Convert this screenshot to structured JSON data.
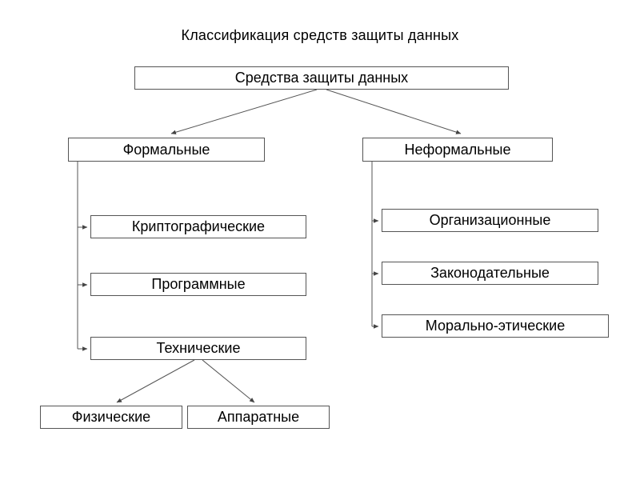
{
  "title": "Классификация средств защиты данных",
  "tree": {
    "root": {
      "label": "Средства защиты данных"
    },
    "formal": {
      "label": "Формальные",
      "children": [
        {
          "label": "Криптографические"
        },
        {
          "label": "Программные"
        },
        {
          "label": "Технические",
          "children": [
            {
              "label": "Физические"
            },
            {
              "label": "Аппаратные"
            }
          ]
        }
      ]
    },
    "informal": {
      "label": "Неформальные",
      "children": [
        {
          "label": "Организационные"
        },
        {
          "label": "Законодательные"
        },
        {
          "label": "Морально-этические"
        }
      ]
    }
  }
}
